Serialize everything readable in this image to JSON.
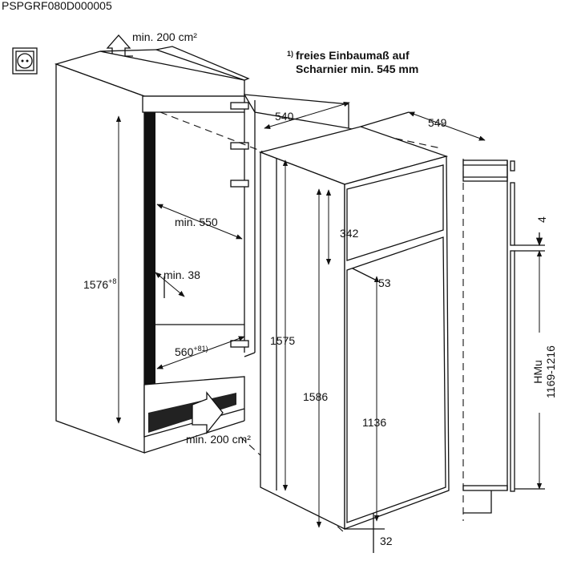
{
  "header": {
    "code": "PSPGRF080D000005"
  },
  "note": {
    "marker": "1)",
    "line1": "freies Einbaumaß auf",
    "line2": "Scharnier min. 545 mm"
  },
  "ventilation": {
    "top": "min. 200 cm²",
    "bottom": "min. 200 cm²"
  },
  "cabinet": {
    "height": "1576",
    "height_tol": "+8",
    "inner_width": "min. 550",
    "niche_depth_min": "min. 38",
    "width": "560",
    "width_tol": "+8",
    "width_note": "1)"
  },
  "appliance": {
    "depth_top": "540",
    "depth": "549",
    "freezer_door": "342",
    "door_gap": "53",
    "height_body": "1575",
    "height_total": "1586",
    "fridge_door": "1136",
    "bottom_offset": "32"
  },
  "side_view": {
    "gap": "4",
    "label": "HMu",
    "range": "1169-1216"
  }
}
